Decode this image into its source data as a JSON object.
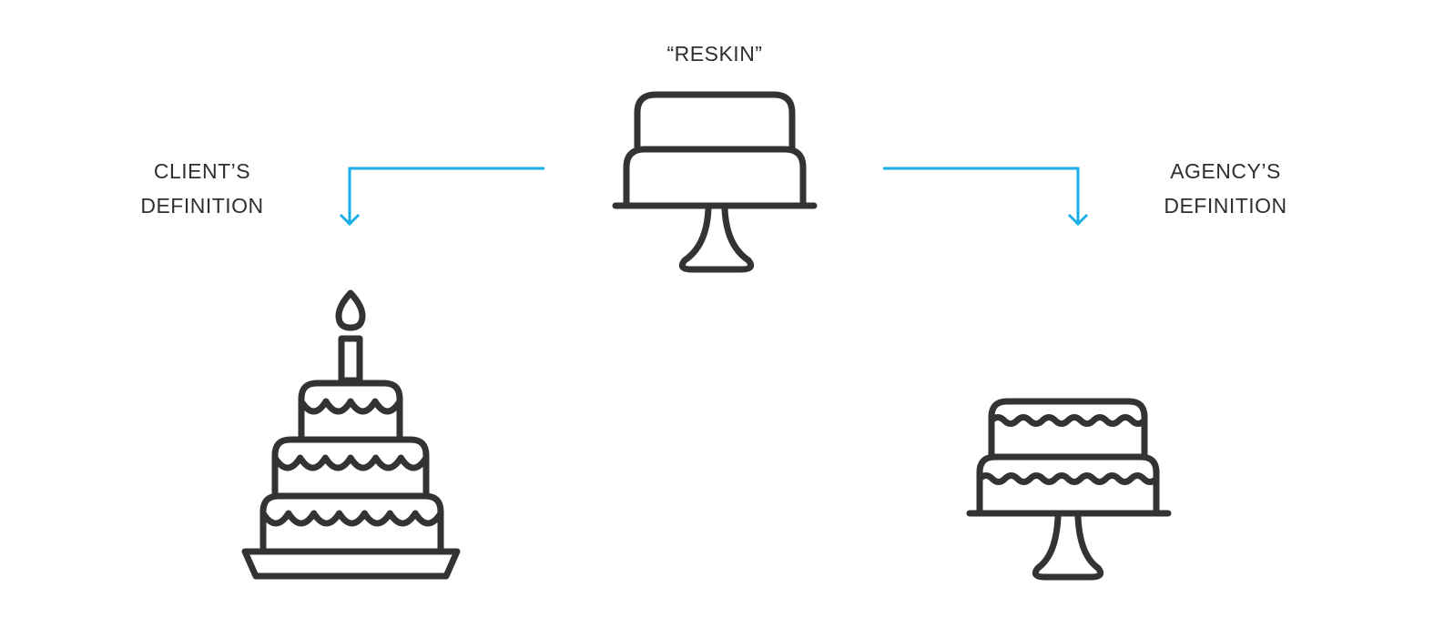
{
  "title": "“RESKIN”",
  "left_label": {
    "line1": "CLIENT’S",
    "line2": "DEFINITION"
  },
  "right_label": {
    "line1": "AGENCY’S",
    "line2": "DEFINITION"
  },
  "colors": {
    "arrow": "#1aaee6",
    "ink": "#333333"
  },
  "icons": [
    "two-tier-cake-on-stand-icon",
    "three-tier-birthday-cake-icon",
    "decorated-two-tier-cake-on-stand-icon"
  ]
}
